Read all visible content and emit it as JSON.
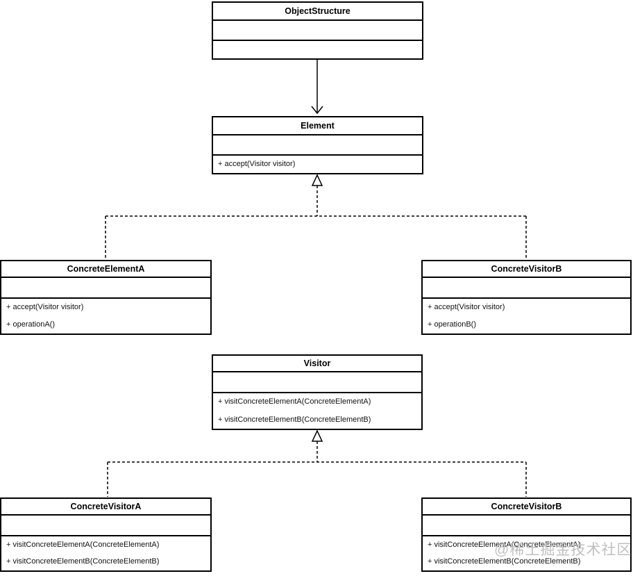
{
  "diagram": {
    "kind": "uml-class-diagram",
    "pattern": "Visitor",
    "watermark": "@稀土掘金技术社区",
    "colors": {
      "line": "#000000",
      "background": "#ffffff",
      "watermark": "#bfbfbf"
    },
    "classes": {
      "object_structure": {
        "name": "ObjectStructure",
        "attributes": [],
        "methods": []
      },
      "element": {
        "name": "Element",
        "attributes": [],
        "methods": [
          "+ accept(Visitor visitor)"
        ]
      },
      "concrete_element_a": {
        "name": "ConcreteElementA",
        "attributes": [],
        "methods": [
          "+ accept(Visitor visitor)",
          "+ operationA()"
        ]
      },
      "concrete_visitor_b_top": {
        "name": "ConcreteVisitorB",
        "attributes": [],
        "methods": [
          "+ accept(Visitor visitor)",
          "+ operationB()"
        ]
      },
      "visitor": {
        "name": "Visitor",
        "attributes": [],
        "methods": [
          "+ visitConcreteElementA(ConcreteElementA)",
          "+ visitConcreteElementB(ConcreteElementB)"
        ]
      },
      "concrete_visitor_a": {
        "name": "ConcreteVisitorA",
        "attributes": [],
        "methods": [
          "+ visitConcreteElementA(ConcreteElementA)",
          "+ visitConcreteElementB(ConcreteElementB)"
        ]
      },
      "concrete_visitor_b_bottom": {
        "name": "ConcreteVisitorB",
        "attributes": [],
        "methods": [
          "+ visitConcreteElementA(ConcreteElementA)",
          "+ visitConcreteElementB(ConcreteElementB)"
        ]
      }
    },
    "relations": [
      {
        "from": "ObjectStructure",
        "to": "Element",
        "type": "directed-association"
      },
      {
        "from": "ConcreteElementA",
        "to": "Element",
        "type": "realization"
      },
      {
        "from": "ConcreteVisitorB (top)",
        "to": "Element",
        "type": "realization"
      },
      {
        "from": "ConcreteVisitorA",
        "to": "Visitor",
        "type": "realization"
      },
      {
        "from": "ConcreteVisitorB (bottom)",
        "to": "Visitor",
        "type": "realization"
      }
    ]
  }
}
